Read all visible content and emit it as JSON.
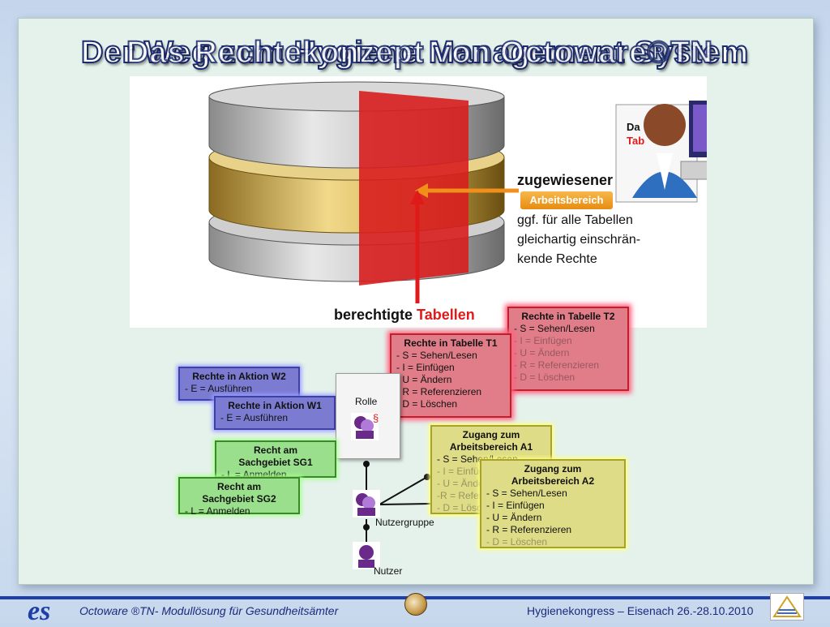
{
  "title": {
    "line_a": "Der Weg zum Hygiene Management System",
    "line_b": "Das Rechtekonzept von Octoware®TN"
  },
  "photo": {
    "assigned_label": "zugewiesener",
    "work_area_tag": "Arbeitsbereich",
    "text_lines": [
      "ggf. für alle Tabellen",
      "gleichartig einschrän-",
      "kende Rechte"
    ],
    "bottom_label_a": "berechtigte",
    "bottom_label_b": "Tabellen",
    "card_text_a": "Da",
    "card_text_b": "Tab"
  },
  "boxes": {
    "t2": {
      "title": "Rechte in Tabelle T2",
      "lines": [
        "- S = Sehen/Lesen",
        "- I = Einfügen",
        "- U = Ändern",
        "- R = Referenzieren",
        "- D = Löschen"
      ]
    },
    "t1": {
      "title": "Rechte in Tabelle T1",
      "lines": [
        "- S = Sehen/Lesen",
        "-  I =  Einfügen",
        "- U = Ändern",
        "- R = Referenzieren",
        "- D = Löschen"
      ]
    },
    "w2": {
      "title": "Rechte in Aktion W2",
      "lines": [
        "- E = Ausführen"
      ]
    },
    "w1": {
      "title": "Rechte in Aktion W1",
      "lines": [
        "- E = Ausführen"
      ]
    },
    "sg1": {
      "title_a": "Recht am",
      "title_b": "Sachgebiet SG1",
      "lines": [
        "- L = Anmelden"
      ]
    },
    "sg2": {
      "title_a": "Recht am",
      "title_b": "Sachgebiet SG2",
      "lines": [
        "- L = Anmelden"
      ]
    },
    "a1": {
      "title_a": "Zugang zum",
      "title_b": "Arbeitsbereich A1",
      "lines": [
        "- S = Sehen/Lesen",
        "- I = Einfügen",
        "- U = Ändern",
        "-R = Referenzieren",
        "- D = Löschen"
      ]
    },
    "a2": {
      "title_a": "Zugang zum",
      "title_b": "Arbeitsbereich A2",
      "lines": [
        "- S = Sehen/Lesen",
        "-  I =  Einfügen",
        "- U = Ändern",
        "- R = Referenzieren",
        "- D = Löschen"
      ]
    }
  },
  "role_label": "Rolle",
  "role_symbol": "§",
  "group_label": "Nutzergruppe",
  "user_label": "Nutzer",
  "footer": {
    "left": "Octoware ®TN- Modullösung für Gesundheitsämter",
    "right": "Hygienekongress – Eisenach   26.-28.10.2010",
    "logo": "es"
  },
  "colors": {
    "title_outline": "#1b2a6b",
    "red_box": "#e07d88",
    "yellow_box": "#dedc86",
    "blue_box": "#7b7bd2",
    "green_box": "#9ae08c",
    "arrow_orange": "#f0901a",
    "arrow_red": "#e01a1a",
    "footer_blue": "#1f3fa8"
  }
}
